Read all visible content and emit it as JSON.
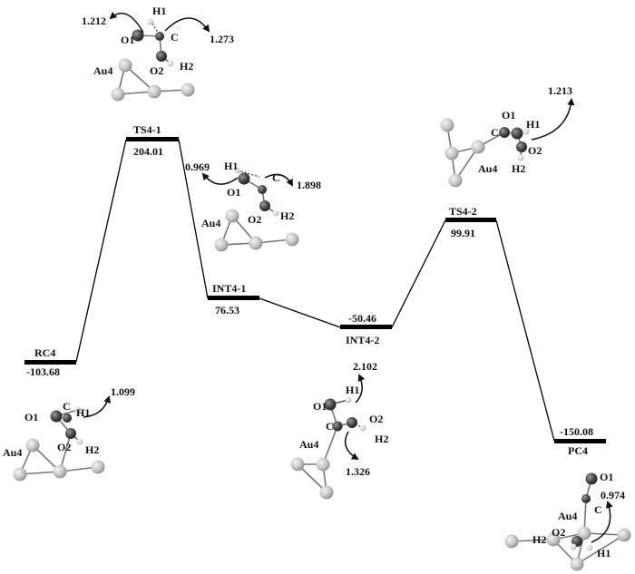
{
  "states": [
    {
      "key": "rc4",
      "label": "RC4",
      "value": "-103.68"
    },
    {
      "key": "ts41",
      "label": "TS4-1",
      "value": "204.01"
    },
    {
      "key": "int41",
      "label": "INT4-1",
      "value": "76.53"
    },
    {
      "key": "int42",
      "label": "INT4-2",
      "value": "-50.46"
    },
    {
      "key": "ts42",
      "label": "TS4-2",
      "value": "99.91"
    },
    {
      "key": "pc4",
      "label": "PC4",
      "value": "-150.08"
    }
  ],
  "atoms": {
    "au4": "Au4",
    "o1": "O1",
    "o2": "O2",
    "c": "C",
    "h1": "H1",
    "h2": "H2"
  },
  "bond_lengths": {
    "rc4": [
      "1.099"
    ],
    "ts41": [
      "1.212",
      "1.273"
    ],
    "int41": [
      "0.969",
      "1.898"
    ],
    "int42": [
      "2.102",
      "1.326"
    ],
    "ts42": [
      "1.213"
    ],
    "pc4": [
      "0.974"
    ]
  }
}
